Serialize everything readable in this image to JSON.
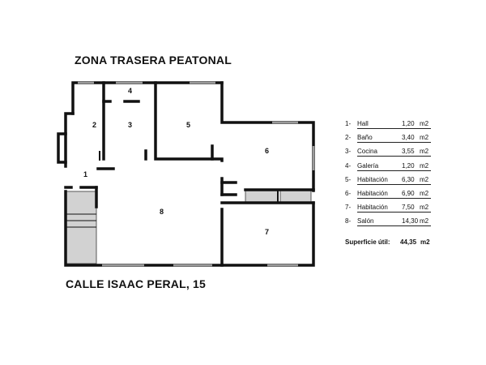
{
  "header": {
    "title": "ZONA TRASERA PEATONAL"
  },
  "footer": {
    "address": "CALLE ISAAC PERAL, 15"
  },
  "plan": {
    "room_labels": [
      "1",
      "2",
      "3",
      "4",
      "5",
      "6",
      "7",
      "8"
    ]
  },
  "legend": {
    "rows": [
      {
        "num": "1-",
        "name": "Hall",
        "area": "1,20",
        "unit": "m2"
      },
      {
        "num": "2-",
        "name": "Baño",
        "area": "3,40",
        "unit": "m2"
      },
      {
        "num": "3-",
        "name": "Cocina",
        "area": "3,55",
        "unit": "m2"
      },
      {
        "num": "4-",
        "name": "Galería",
        "area": "1,20",
        "unit": "m2"
      },
      {
        "num": "5-",
        "name": "Habitación",
        "area": "6,30",
        "unit": "m2"
      },
      {
        "num": "6-",
        "name": "Habitación",
        "area": "6,90",
        "unit": "m2"
      },
      {
        "num": "7-",
        "name": "Habitación",
        "area": "7,50",
        "unit": "m2"
      },
      {
        "num": "8-",
        "name": "Salón",
        "area": "14,30",
        "unit": "m2"
      }
    ],
    "total": {
      "label": "Superficie útil:",
      "area": "44,35",
      "unit": "m2"
    }
  }
}
